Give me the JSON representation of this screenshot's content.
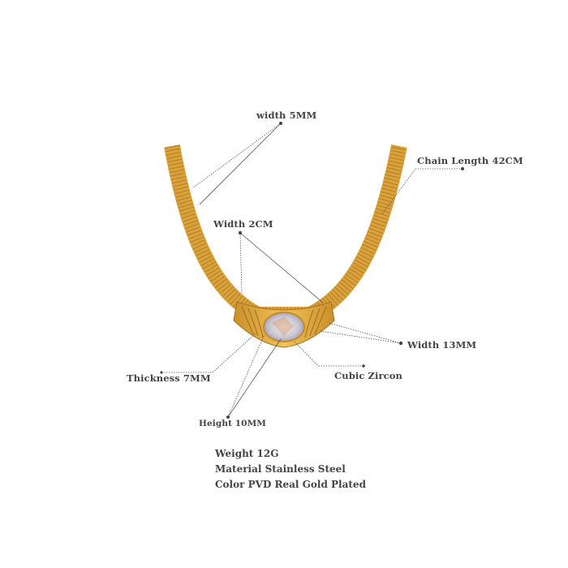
{
  "colors": {
    "gold": "#d9a23a",
    "gold_dark": "#a8701c",
    "text": "#444444",
    "line": "#555555"
  },
  "labels": {
    "chain_width": "width 5MM",
    "chain_length": "Chain Length 42CM",
    "pendant_width": "Width 2CM",
    "stone_width": "Width 13MM",
    "thickness": "Thickness 7MM",
    "stone": "Cubic Zircon",
    "height": "Height 10MM"
  },
  "specs": [
    "Weight 12G",
    "Material Stainless Steel",
    "Color PVD Real Gold Plated"
  ]
}
